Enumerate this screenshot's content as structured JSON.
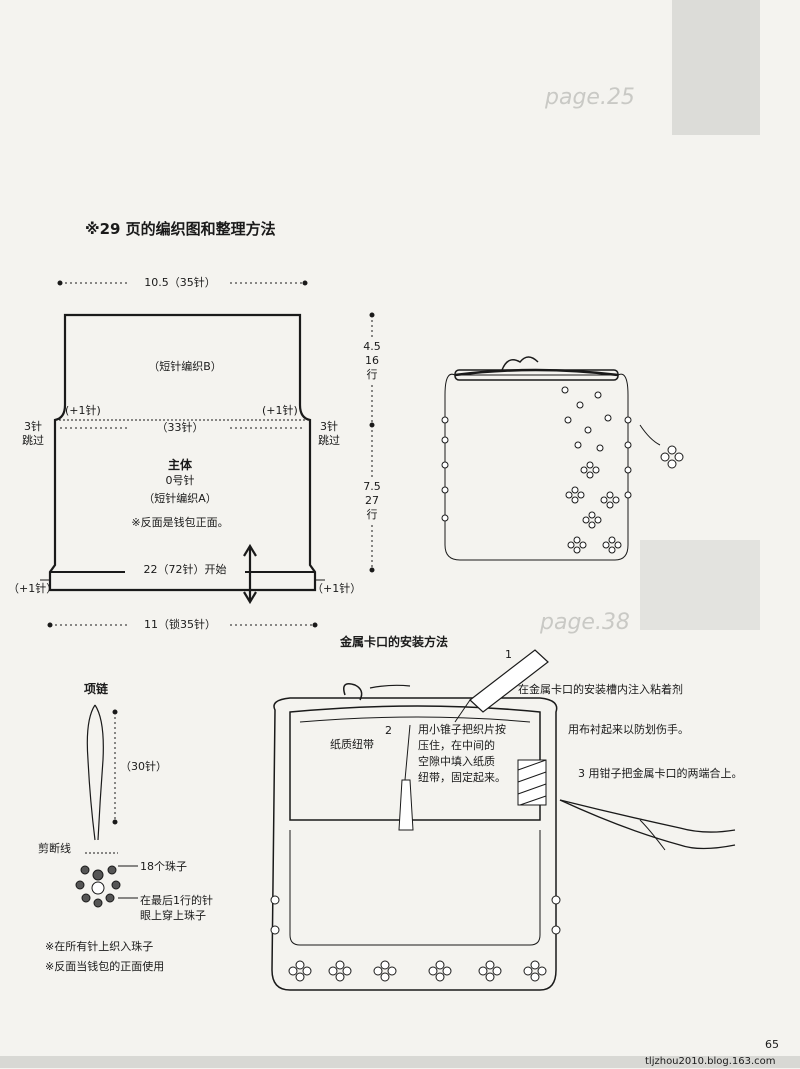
{
  "main_title": "※29 页的编织图和整理方法",
  "pattern": {
    "top_width": "10.5（35针）",
    "short_b": "（短针编织B）",
    "inc_left": "(+1针)",
    "inc_right": "(+1针)",
    "skip_left": "3针\n跳过",
    "skip_right": "3针\n跳过",
    "mid_33": "（33针）",
    "body_title": "主体",
    "needle": "0号针",
    "short_a": "（短针编织A）",
    "reverse_note": "※反面是钱包正面。",
    "start": "22（72针）开始",
    "bottom_inc_left": "（+1针）",
    "bottom_inc_right": "（+1针）",
    "bottom_width": "11（锁35针）",
    "height_top": "4.5\n16\n行",
    "height_bottom": "7.5\n27\n行"
  },
  "clasp": {
    "title": "金属卡口的安装方法",
    "step1_num": "1",
    "step1_text": "在金属卡口的安装槽内注入粘着剂",
    "step2_num": "2",
    "step2_text": "用小锥子把织片按\n压住，在中间的\n空隙中填入纸质\n纽带，固定起来。",
    "paper_cord": "纸质纽带",
    "cloth_note": "用布衬起来以防划伤手。",
    "step3_text": "3  用钳子把金属卡口的两端合上。"
  },
  "necklace": {
    "title": "项链",
    "chain": "（30针）",
    "cut": "剪断线",
    "beads": "18个珠子",
    "last_row": "在最后1行的针\n眼上穿上珠子"
  },
  "notes": {
    "n1": "※在所有针上织入珠子",
    "n2": "※反面当钱包的正面使用"
  },
  "page_number": "65",
  "watermark": "tljzhou2010.blog.163.com",
  "bleed": {
    "page25": "page.25",
    "page38": "page.38"
  }
}
